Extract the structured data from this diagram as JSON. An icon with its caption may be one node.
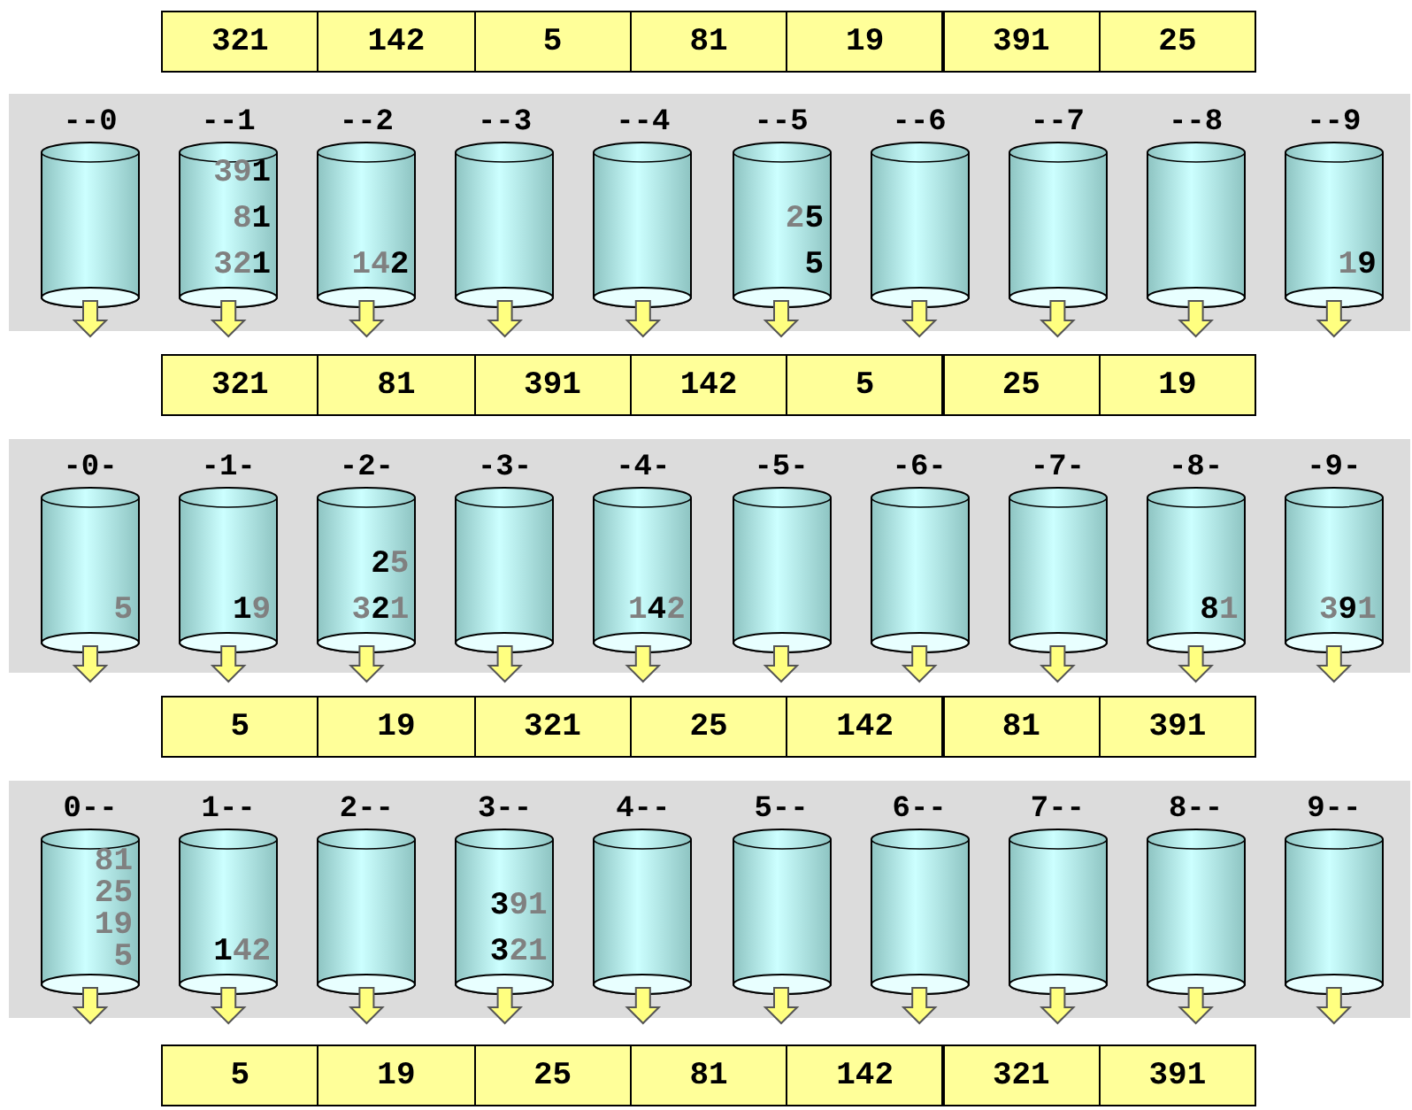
{
  "diagram": {
    "nodes": [
      {
        "text": [
          "321"
        ]
      },
      {
        "text": [
          "142"
        ]
      },
      {
        "text": [
          "5"
        ]
      },
      {
        "text": [
          "81"
        ]
      },
      {
        "text": [
          "19"
        ]
      },
      {
        "text": [
          "391"
        ]
      },
      {
        "text": [
          "25"
        ]
      },
      {
        "text": [],
        "shape": "box"
      },
      {
        "text": [
          "--0"
        ],
        "in": 7
      },
      {
        "text": [
          "--1",
          "39**1**",
          "8**1**",
          "32**1**"
        ],
        "in": 7
      },
      {
        "text": [
          "--2",
          "14**2**"
        ],
        "in": 7
      },
      {
        "text": [
          "--3"
        ],
        "in": 7
      },
      {
        "text": [
          "--4"
        ],
        "in": 7
      },
      {
        "text": [
          "--5",
          "2**5**",
          "**5**"
        ],
        "in": 7
      },
      {
        "text": [
          "--6"
        ],
        "in": 7
      },
      {
        "text": [
          "--7"
        ],
        "in": 7
      },
      {
        "text": [
          "--8"
        ],
        "in": 7
      },
      {
        "text": [
          "--9",
          "1**9**"
        ],
        "in": 7
      },
      {
        "text": [
          "321"
        ]
      },
      {
        "text": [
          "81"
        ]
      },
      {
        "text": [
          "391"
        ]
      },
      {
        "text": [
          "142"
        ]
      },
      {
        "text": [
          "5"
        ]
      },
      {
        "text": [
          "25"
        ]
      },
      {
        "text": [
          "19"
        ]
      },
      {
        "text": [],
        "shape": "box"
      },
      {
        "text": [
          "-0-",
          "5"
        ],
        "in": 25
      },
      {
        "text": [
          "-1-",
          "**1**9"
        ],
        "in": 25
      },
      {
        "text": [
          "-2-",
          "**2**5",
          "3**2**1"
        ],
        "in": 25
      },
      {
        "text": [
          "-3-"
        ],
        "in": 25
      },
      {
        "text": [
          "-4-",
          "1**4**2"
        ],
        "in": 25
      },
      {
        "text": [
          "-5-"
        ],
        "in": 25
      },
      {
        "text": [
          "-6-"
        ],
        "in": 25
      },
      {
        "text": [
          "-7-"
        ],
        "in": 25
      },
      {
        "text": [
          "-8-",
          "**8**1"
        ],
        "in": 25
      },
      {
        "text": [
          "-9-",
          "3**9**1"
        ],
        "in": 25
      },
      {
        "text": [
          "5"
        ]
      },
      {
        "text": [
          "19"
        ]
      },
      {
        "text": [
          "321"
        ]
      },
      {
        "text": [
          "25"
        ]
      },
      {
        "text": [
          "142"
        ]
      },
      {
        "text": [
          "81"
        ]
      },
      {
        "text": [
          "391"
        ]
      },
      {
        "text": [],
        "shape": "box"
      },
      {
        "text": [
          "0--",
          "81",
          "25",
          "19",
          "5"
        ],
        "in": 43
      },
      {
        "text": [
          "1--",
          "**1**42"
        ],
        "in": 43
      },
      {
        "text": [
          "2--"
        ],
        "in": 43
      },
      {
        "text": [
          "3--",
          "**3**91",
          "**3**21"
        ],
        "in": 43
      },
      {
        "text": [
          "4--"
        ],
        "in": 43
      },
      {
        "text": [
          "5--"
        ],
        "in": 43
      },
      {
        "text": [
          "6--"
        ],
        "in": 43
      },
      {
        "text": [
          "7--"
        ],
        "in": 43
      },
      {
        "text": [
          "8--"
        ],
        "in": 43
      },
      {
        "text": [
          "9--"
        ],
        "in": 43
      },
      {
        "text": [
          "5"
        ]
      },
      {
        "text": [
          "19"
        ]
      },
      {
        "text": [
          "25"
        ]
      },
      {
        "text": [
          "81"
        ]
      },
      {
        "text": [
          "142"
        ]
      },
      {
        "text": [
          "321"
        ]
      },
      {
        "text": [
          "391"
        ]
      }
    ],
    "edges": [
      {
        "from": 8,
        "to": null,
        "arrow": "to"
      },
      {
        "from": 9,
        "to": null,
        "arrow": "to"
      },
      {
        "from": 10,
        "to": null,
        "arrow": "to"
      },
      {
        "from": 11,
        "to": null,
        "arrow": "to"
      },
      {
        "from": 12,
        "to": null,
        "arrow": "to"
      },
      {
        "from": 13,
        "to": null,
        "arrow": "to"
      },
      {
        "from": 14,
        "to": null,
        "arrow": "to"
      },
      {
        "from": 15,
        "to": null,
        "arrow": "to"
      },
      {
        "from": 16,
        "to": null,
        "arrow": "to"
      },
      {
        "from": 17,
        "to": null,
        "arrow": "to"
      },
      {
        "from": 26,
        "to": null,
        "arrow": "to"
      },
      {
        "from": 27,
        "to": null,
        "arrow": "to"
      },
      {
        "from": 28,
        "to": null,
        "arrow": "to"
      },
      {
        "from": 29,
        "to": null,
        "arrow": "to"
      },
      {
        "from": 30,
        "to": null,
        "arrow": "to"
      },
      {
        "from": 31,
        "to": null,
        "arrow": "to"
      },
      {
        "from": 32,
        "to": null,
        "arrow": "to"
      },
      {
        "from": 33,
        "to": null,
        "arrow": "to"
      },
      {
        "from": 34,
        "to": null,
        "arrow": "to"
      },
      {
        "from": 35,
        "to": null,
        "arrow": "to"
      },
      {
        "from": 44,
        "to": null,
        "arrow": "to"
      },
      {
        "from": 45,
        "to": null,
        "arrow": "to"
      },
      {
        "from": 46,
        "to": null,
        "arrow": "to"
      },
      {
        "from": 47,
        "to": null,
        "arrow": "to"
      },
      {
        "from": 48,
        "to": null,
        "arrow": "to"
      },
      {
        "from": 49,
        "to": null,
        "arrow": "to"
      },
      {
        "from": 50,
        "to": null,
        "arrow": "to"
      },
      {
        "from": 51,
        "to": null,
        "arrow": "to"
      },
      {
        "from": 52,
        "to": null,
        "arrow": "to"
      },
      {
        "from": 53,
        "to": null,
        "arrow": "to"
      }
    ]
  }
}
